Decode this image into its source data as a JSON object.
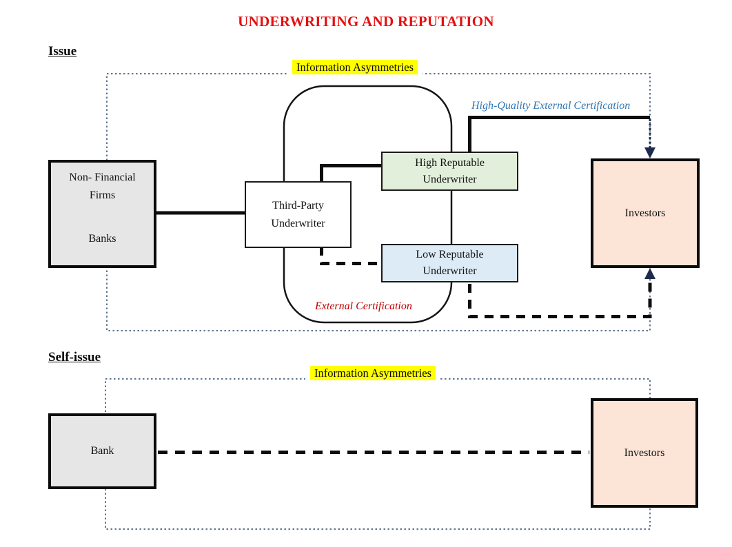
{
  "page": {
    "title": "UNDERWRITING AND REPUTATION"
  },
  "colors": {
    "title_red": "#e60f0f",
    "annotation_red": "#c00000",
    "annotation_blue": "#2e74b5",
    "highlight_yellow": "#ffff00",
    "gray_fill": "#e7e6e6",
    "green_fill": "#e2efda",
    "blue_fill": "#ddebf7",
    "peach_fill": "#fce4d6",
    "dotted_boundary": "#5f7390",
    "arrow_navy": "#1f2b4d",
    "line_black": "#0d0d0d"
  },
  "issue": {
    "heading": "Issue",
    "boundary_label": "Information Asymmetries",
    "nodes": {
      "non_financial_firms": "Non- Financial Firms",
      "banks": "Banks",
      "third_party_underwriter": "Third-Party Underwriter",
      "high_reputable_underwriter": "High Reputable Underwriter",
      "low_reputable_underwriter": "Low Reputable Underwriter",
      "investors": "Investors"
    },
    "annotations": {
      "high_quality_external_certification": "High-Quality External Certification",
      "external_certification": "External Certification"
    }
  },
  "self_issue": {
    "heading": "Self-issue",
    "boundary_label": "Information Asymmetries",
    "nodes": {
      "bank": "Bank",
      "investors": "Investors"
    }
  }
}
